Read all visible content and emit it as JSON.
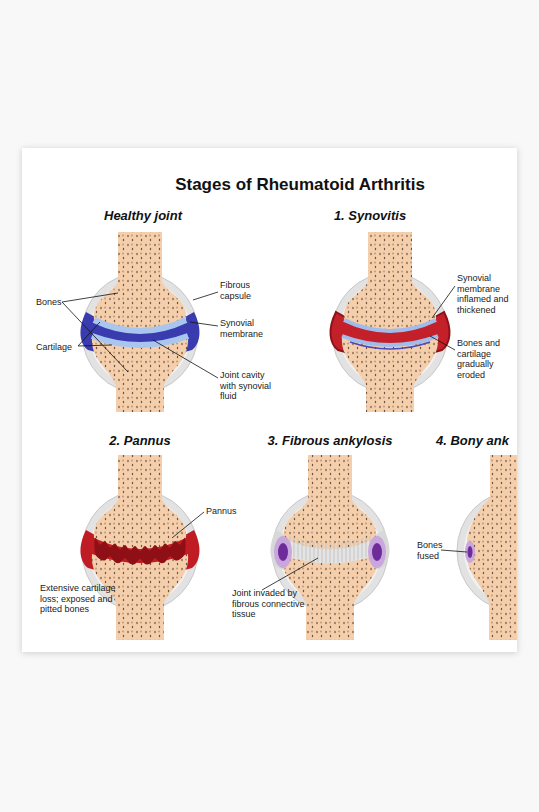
{
  "diagram": {
    "title": "Stages of Rheumatoid Arthritis",
    "labels": [
      "Healthy joint",
      "Bones",
      "Cartilage",
      "Fibrous capsule",
      "Synovial membrane",
      "Joint cavity with synovial fluid",
      "1. Synovitis",
      "Synovial membrane inflamed and thickened",
      "Bones and cartilage gradually eroded",
      "2. Pannus",
      "Pannus",
      "Extensive cartilage loss; exposed and pitted bones",
      "3. Fibrous ankylosis",
      "Joint invaded by fibrous connective tissue",
      "4. Bony ank",
      "Bones fused"
    ]
  }
}
